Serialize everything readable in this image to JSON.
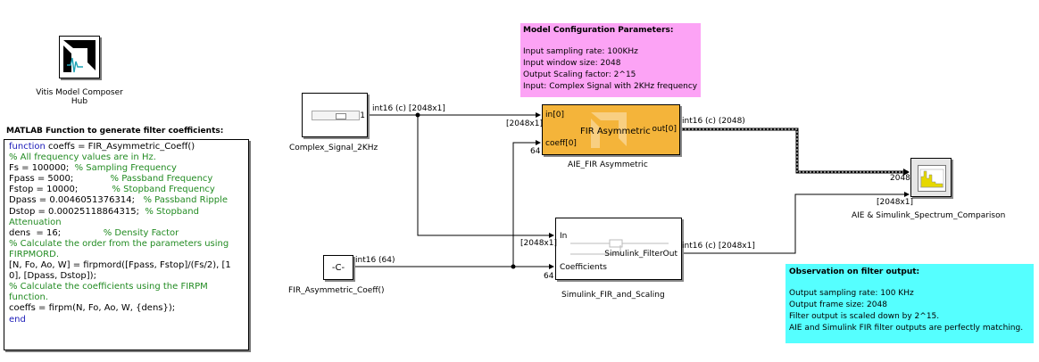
{
  "hub": {
    "label": "Vitis Model Composer Hub"
  },
  "matlab_function": {
    "title": "MATLAB Function to generate filter coefficients:",
    "lines": [
      {
        "kw": "function",
        "text": " coeffs = FIR_Asymmetric_Coeff()",
        "comment": ""
      },
      {
        "kw": "",
        "text": "",
        "comment": "% All frequency values are in Hz."
      },
      {
        "kw": "",
        "text": "Fs = 100000;  ",
        "comment": "% Sampling Frequency"
      },
      {
        "kw": "",
        "text": "Fpass = 5000;             ",
        "comment": "% Passband Frequency"
      },
      {
        "kw": "",
        "text": "Fstop = 10000;            ",
        "comment": "% Stopband Frequency"
      },
      {
        "kw": "",
        "text": "Dpass = 0.0046051376314;   ",
        "comment": "% Passband Ripple"
      },
      {
        "kw": "",
        "text": "Dstop = 0.00025118864315;  ",
        "comment": "% Stopband"
      },
      {
        "kw": "",
        "text": "",
        "comment": "Attenuation"
      },
      {
        "kw": "",
        "text": "dens  = 16;               ",
        "comment": "% Density Factor"
      },
      {
        "kw": "",
        "text": "",
        "comment": "% Calculate the order from the parameters using"
      },
      {
        "kw": "",
        "text": "",
        "comment": "FIRPMORD."
      },
      {
        "kw": "",
        "text": "[N, Fo, Ao, W] = firpmord([Fpass, Fstop]/(Fs/2), [1",
        "comment": ""
      },
      {
        "kw": "",
        "text": "0], [Dpass, Dstop]);",
        "comment": ""
      },
      {
        "kw": "",
        "text": "",
        "comment": "% Calculate the coefficients using the FIRPM"
      },
      {
        "kw": "",
        "text": "",
        "comment": "function."
      },
      {
        "kw": "",
        "text": "coeffs = firpm(N, Fo, Ao, W, {dens});",
        "comment": ""
      },
      {
        "kw": "end",
        "text": "",
        "comment": ""
      }
    ]
  },
  "blocks": {
    "source": {
      "name": "Complex_Signal_2KHz",
      "port_out": "1"
    },
    "const": {
      "name": "FIR_Asymmetric_Coeff()",
      "value": "-C-"
    },
    "aie_fir": {
      "name": "AIE_FIR Asymmetric",
      "title": "FIR Asymmetric",
      "in0": "in[0]",
      "coeff0": "coeff[0]",
      "out0": "out[0]"
    },
    "sim_fir": {
      "name": "Simulink_FIR_and_Scaling",
      "in": "In",
      "coeff": "Coefficients",
      "out": "Simulink_FilterOut"
    },
    "scope": {
      "name": "AIE & Simulink_Spectrum_Comparison"
    }
  },
  "signals": {
    "src_out": "int16 (c) [2048x1]",
    "aie_in_dim": "[2048x1]",
    "aie_coeff_dim": "64",
    "const_out": "int16 (64)",
    "sim_in_dim": "[2048x1]",
    "sim_coeff_dim": "64",
    "aie_out": "int16 (c) (2048)",
    "sim_out": "int16 (c) [2048x1]",
    "scope_in1_dim": "2048",
    "scope_in2_dim": "[2048x1]"
  },
  "config": {
    "title": "Model Configuration Parameters:",
    "lines": [
      "Input sampling rate: 100KHz",
      "Input window size: 2048",
      "Output Scaling factor: 2^15",
      "Input: Complex Signal with 2KHz frequency"
    ]
  },
  "observation": {
    "title": "Observation on filter output:",
    "lines": [
      "Output sampling rate: 100 KHz",
      "Output frame size: 2048",
      "Filter output is scaled down by 2^15.",
      "AIE and Simulink FIR filter outputs are perfectly matching."
    ]
  },
  "colors": {
    "aie_block": "#f4b43a",
    "config_bg": "#fca3f5",
    "observation_bg": "#55ffff",
    "comment": "#228b22",
    "keyword": "#1a1ab8"
  }
}
